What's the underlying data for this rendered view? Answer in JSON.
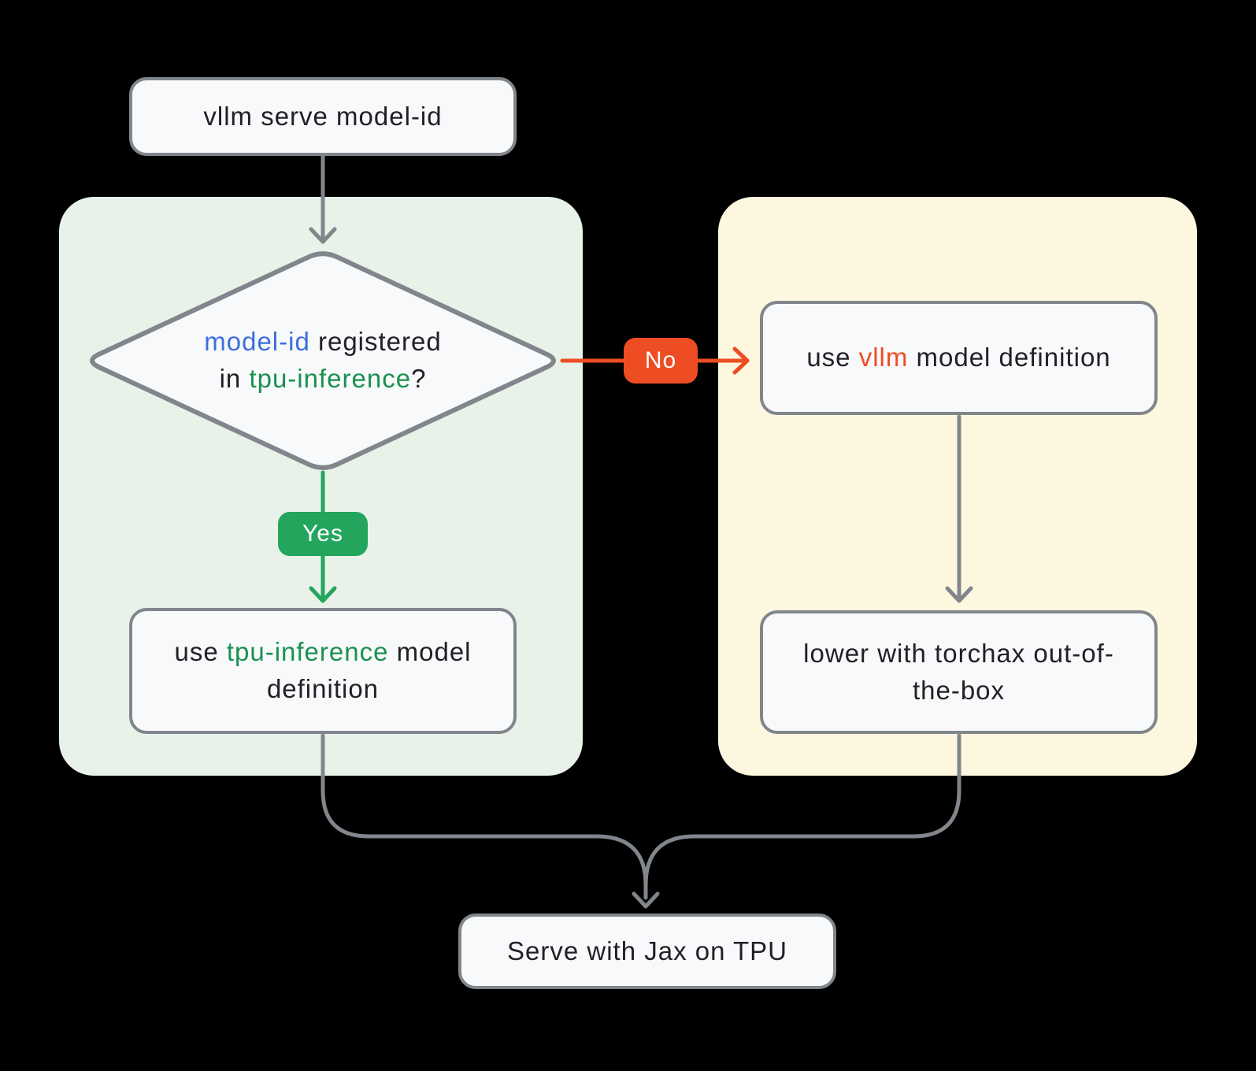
{
  "canvas": {
    "background": "#000000"
  },
  "colors": {
    "panel_green": "#e8f2e9",
    "panel_yellow": "#fdf7df",
    "node_fill": "#f8f9fa",
    "node_border": "#80868b",
    "connector_gray": "#80868b",
    "text_dark": "#202124",
    "accent_blue": "#3e6edd",
    "accent_green_text": "#1a9150",
    "accent_green_badge": "#24a55e",
    "accent_orange": "#ee4c23"
  },
  "nodes": {
    "start": {
      "label": "vllm serve model-id"
    },
    "decision": {
      "line1_blue": "model-id",
      "line1_rest": " registered",
      "line2_pre": "in ",
      "line2_green": "tpu-inference",
      "line2_post": "?"
    },
    "use_tpu_inference": {
      "pre": "use ",
      "highlight": "tpu-inference",
      "post": " model definition"
    },
    "use_vllm": {
      "pre": "use ",
      "highlight": "vllm",
      "post": " model definition"
    },
    "lower_torchax": {
      "label": "lower with torchax out-of-the-box"
    },
    "serve": {
      "label": "Serve with Jax on TPU"
    }
  },
  "edges": {
    "yes_label": "Yes",
    "no_label": "No"
  }
}
